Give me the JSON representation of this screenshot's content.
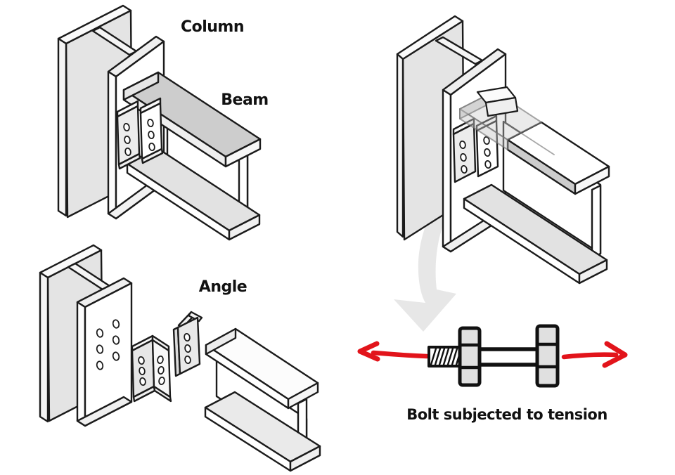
{
  "diagram": {
    "connection_figure": {
      "column_label": "Column",
      "beam_label": "Beam"
    },
    "exploded_figure": {
      "angle_label": "Angle"
    },
    "bolt_figure": {
      "caption": "Bolt subjected to tension"
    }
  },
  "colors": {
    "outline": "#1b1b1b",
    "steel_white": "#ffffff",
    "steel_light": "#efefef",
    "steel_gray": "#e3e3e3",
    "steel_shaded": "#cdcdcd",
    "fastener_fill": "#e0e0e0",
    "tension_arrow_red": "#e2141b",
    "callout_arrow_gray": "#e7e7e7"
  },
  "icons": {
    "tension_arrow_left": "red-arrow-pointing-left",
    "tension_arrow_right": "red-arrow-pointing-right",
    "callout_arrow": "gray-curved-callout-arrow"
  }
}
